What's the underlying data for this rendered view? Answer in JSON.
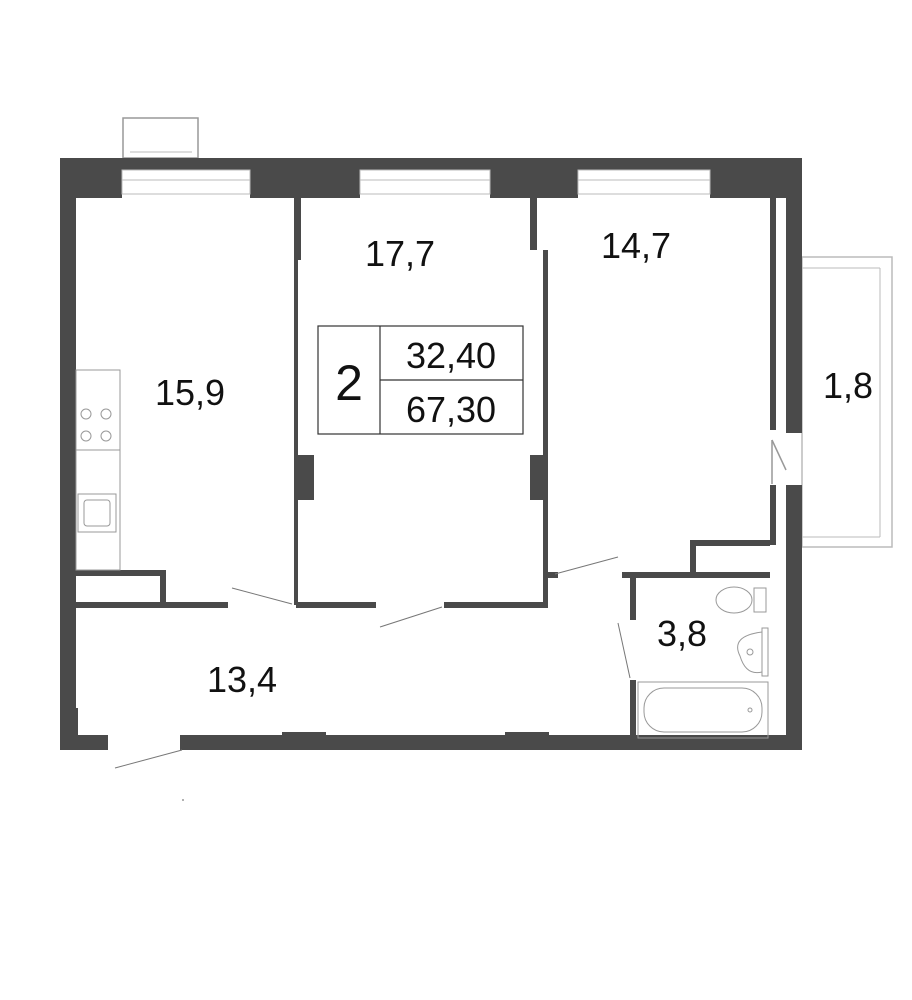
{
  "rooms": [
    {
      "id": "kitchen",
      "area": "15,9"
    },
    {
      "id": "bedroom-middle",
      "area": "17,7"
    },
    {
      "id": "bedroom-right",
      "area": "14,7"
    },
    {
      "id": "balcony",
      "area": "1,8"
    },
    {
      "id": "bathroom",
      "area": "3,8"
    },
    {
      "id": "hallway",
      "area": "13,4"
    }
  ],
  "summary": {
    "room_count": "2",
    "living_area": "32,40",
    "total_area": "67,30"
  },
  "colors": {
    "wall": "#4a4a4a",
    "fixture": "#bbbbbb",
    "text": "#111111"
  }
}
